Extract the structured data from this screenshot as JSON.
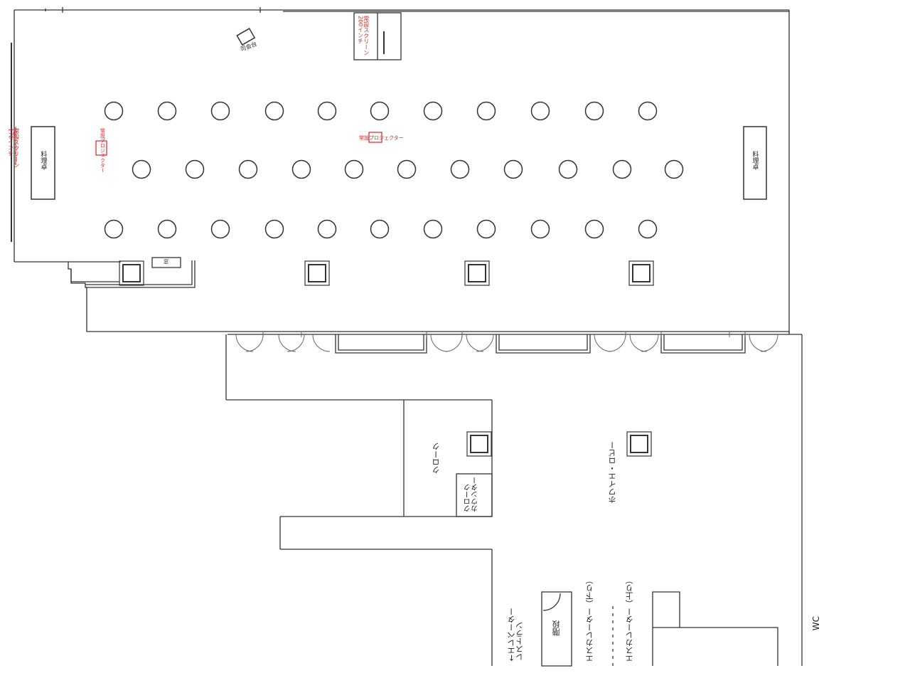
{
  "labels": {
    "podium": "司会台",
    "screen_top": "常設スクリーン\n200インチ",
    "screen_left": "常設スクリーン\n170インチ",
    "projector_left": "常設プロジェクター",
    "projector_center": "常設プロジェクター",
    "buffet_left": "料理卓",
    "buffet_right": "料理卓",
    "small_window": "窓",
    "cloak": "クローク",
    "cloak_counter": "クローク\nカウンター",
    "foyer": "ホワイエ・ロビー",
    "elevator": "←エレベーター\nレストラン",
    "stairs": "階段",
    "escalator_down": "エスカレーター（下り）",
    "escalator_up": "エスカレーター（上り）",
    "wc": "WC"
  },
  "colors": {
    "line": "#333333",
    "annotation": "#e02020"
  },
  "icons": {
    "table": "round-table-icon",
    "pillar": "square-pillar-icon",
    "door": "swing-door-icon",
    "podium": "podium-icon",
    "projector": "projector-icon"
  }
}
